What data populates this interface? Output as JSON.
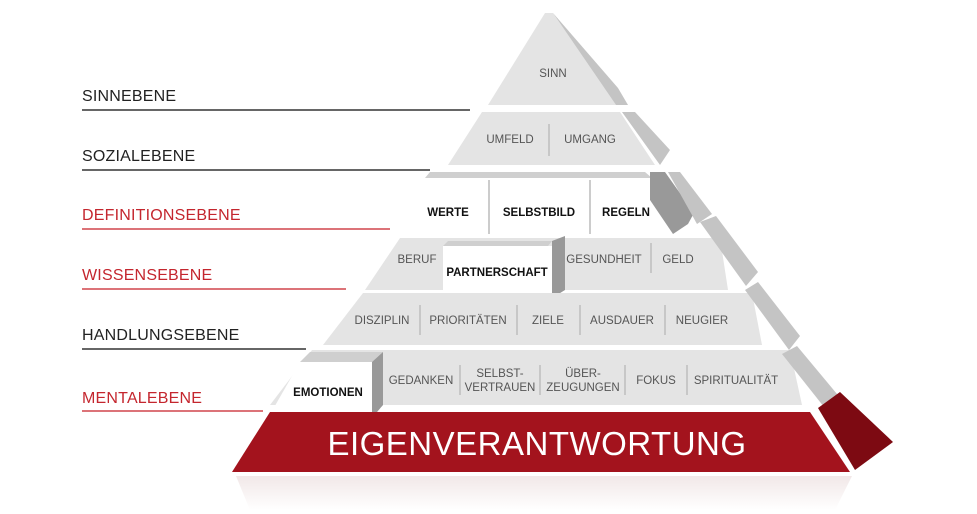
{
  "levels": [
    {
      "label": "SINNEBENE",
      "color": "#222222"
    },
    {
      "label": "SOZIALEBENE",
      "color": "#222222"
    },
    {
      "label": "DEFINITIONSEBENE",
      "color": "#c4262e"
    },
    {
      "label": "WISSENSEBENE",
      "color": "#c4262e"
    },
    {
      "label": "HANDLUNGSEBENE",
      "color": "#222222"
    },
    {
      "label": "MENTALEBENE",
      "color": "#c4262e"
    }
  ],
  "pyramid": {
    "sinn": [
      "SINN"
    ],
    "sozial": [
      "UMFELD",
      "UMGANG"
    ],
    "definition": [
      "WERTE",
      "SELBSTBILD",
      "REGELN"
    ],
    "wissen": [
      "BERUF",
      "PARTNERSCHAFT",
      "GESUNDHEIT",
      "GELD"
    ],
    "handlung": [
      "DISZIPLIN",
      "PRIORITÄTEN",
      "ZIELE",
      "AUSDAUER",
      "NEUGIER"
    ],
    "mental": [
      "EMOTIONEN",
      "GEDANKEN",
      "SELBST-",
      "VERTRAUEN",
      "ÜBER-",
      "ZEUGUNGEN",
      "FOKUS",
      "SPIRITUALITÄT"
    ],
    "base": "EIGENVERANTWORTUNG"
  },
  "colors": {
    "red": "#a3131d",
    "dark_red": "#7d0a12",
    "gray": "#e4e4e4",
    "side": "#c4c4c4"
  }
}
